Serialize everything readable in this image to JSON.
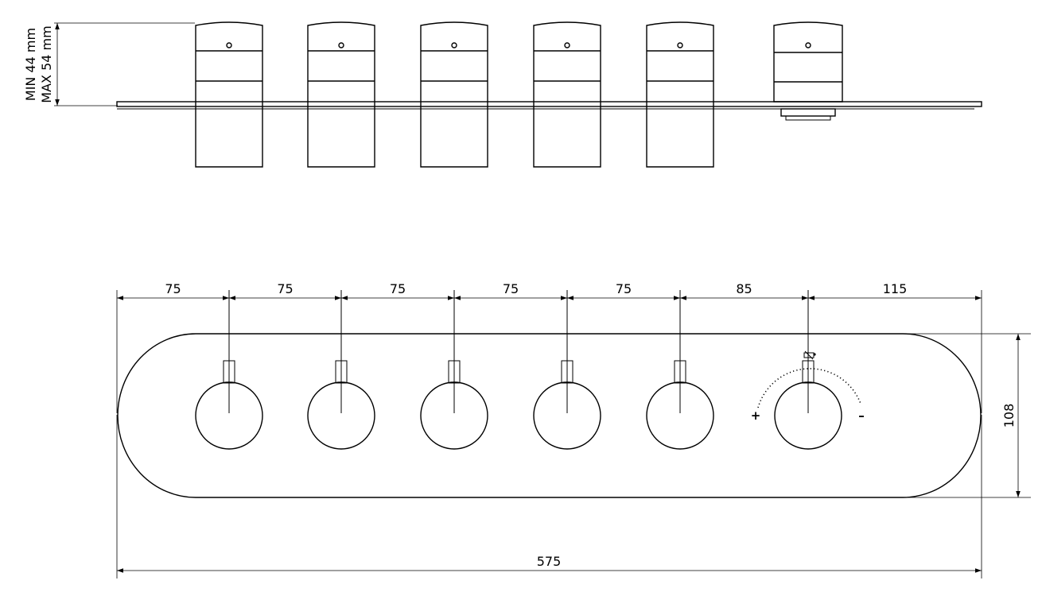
{
  "side_view": {
    "min_depth_label": "MIN 44 mm",
    "max_depth_label": "MAX 54 mm"
  },
  "front_view": {
    "spacings": [
      "75",
      "75",
      "75",
      "75",
      "75",
      "85",
      "115"
    ],
    "height_label": "108",
    "total_width_label": "575",
    "plus_label": "+",
    "minus_label": "–"
  }
}
